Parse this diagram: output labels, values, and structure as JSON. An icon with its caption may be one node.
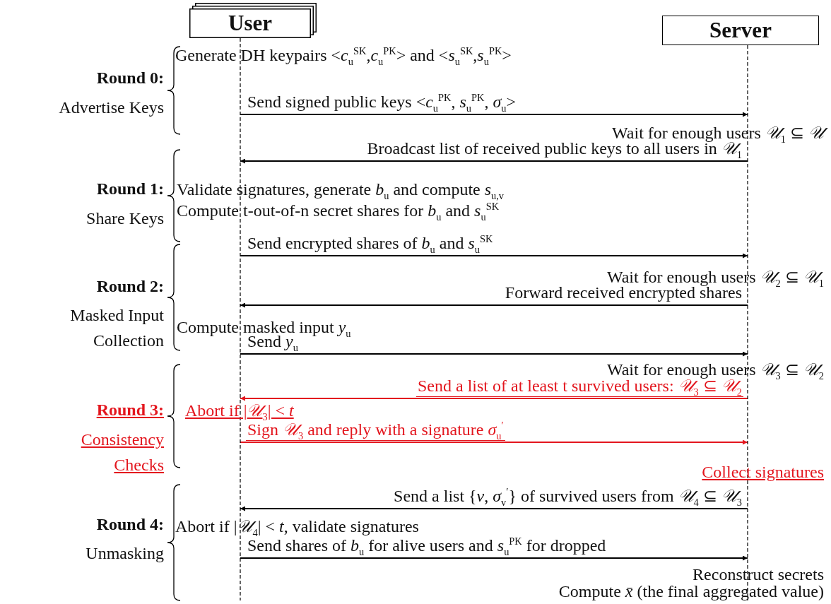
{
  "diagram": {
    "nodes": [
      {
        "text": [
          "User"
        ]
      },
      {
        "text": [
          "Server"
        ]
      }
    ],
    "edges": [
      {
        "from": 0,
        "to": 1,
        "arrow": "to",
        "label": "Send signed public keys <*c*$_{u}$$^{PK}$, *s*$_{u}$$^{PK}$, *σ*$_{u}$>"
      },
      {
        "from": 1,
        "to": 0,
        "arrow": "to",
        "label": "Broadcast list of received public keys to all users in *𝒰*$_{1}$"
      },
      {
        "from": 0,
        "to": 1,
        "arrow": "to",
        "label": "Send encrypted shares of *b*$_{u}$ and *s*$_{u}$$^{SK}$"
      },
      {
        "from": 1,
        "to": 0,
        "arrow": "to",
        "label": "Forward received encrypted shares"
      },
      {
        "from": 0,
        "to": 1,
        "arrow": "to",
        "label": "Send *y*$_{u}$"
      },
      {
        "from": 1,
        "to": 0,
        "arrow": "to",
        "color": "#e3161e",
        "label": "Send a list of at least t survived users: *𝒰*$_{3}$ ⊆ *𝒰*$_{2}$"
      },
      {
        "from": 0,
        "to": 1,
        "arrow": "to",
        "color": "#e3161e",
        "label": "Sign *𝒰*$_{3}$ and reply with a signature *σ*$_{u}$$^{′}$"
      },
      {
        "from": 1,
        "to": 0,
        "arrow": "to",
        "label": "Send a list {*v*, *σ*$_{v}$$^{′}$} of survived users from *𝒰*$_{4}$ ⊆ *𝒰*$_{3}$"
      },
      {
        "from": 0,
        "to": 1,
        "arrow": "to",
        "label": "Send shares of *b*$_{u}$ for alive users and *s*$_{u}$$^{PK}$ for dropped"
      }
    ],
    "labels": [
      "Round 0:",
      "Advertise Keys",
      "Generate DH keypairs <*c*$_{u}$$^{SK}$,*c*$_{u}$$^{PK}$> and <*s*$_{u}$$^{SK}$,*s*$_{u}$$^{PK}$>",
      "Wait for enough users *𝒰*$_{1}$ ⊆ *𝒰*",
      "Round 1:",
      "Share Keys",
      "Validate signatures, generate *b*$_{u}$ and compute *s*$_{u,v}$",
      "Compute t-out-of-n secret shares for *b*$_{u}$ and *s*$_{u}$$^{SK}$",
      "Wait for enough users *𝒰*$_{2}$ ⊆ *𝒰*$_{1}$",
      "Round 2:",
      "Masked Input Collection",
      "Compute masked input *y*$_{u}$",
      "Wait for enough users *𝒰*$_{3}$ ⊆ *𝒰*$_{2}$",
      "Round 3:",
      "Consistency Checks",
      "Abort if |*𝒰*$_{3}$| < *t*",
      "Collect signatures",
      "Round 4:",
      "Unmasking",
      "Abort if |*𝒰*$_{4}$| < *t*, validate signatures",
      "Reconstruct secrets",
      "Compute *x̄* (the final aggregated value)"
    ]
  }
}
